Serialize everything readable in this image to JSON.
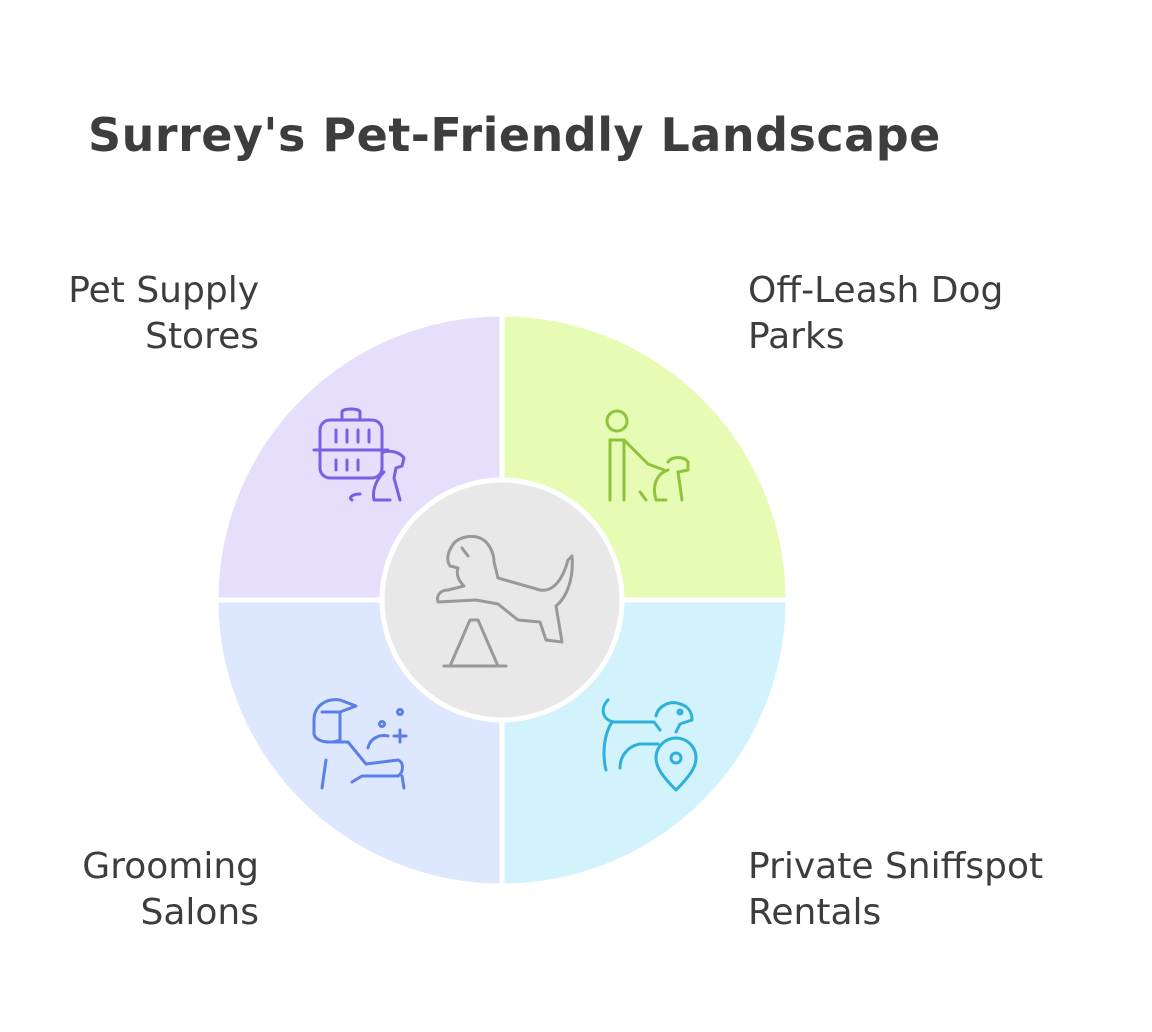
{
  "title": "Surrey's Pet-Friendly Landscape",
  "center": {
    "icon": "dog-agility-seesaw-icon",
    "color": "#e8e8e8"
  },
  "segments": [
    {
      "id": "top-left",
      "label_lines": [
        "Pet Supply",
        "Stores"
      ],
      "icon": "pet-carrier-icon",
      "fill": "#e5dffc",
      "icon_color": "#7b5fe3"
    },
    {
      "id": "top-right",
      "label_lines": [
        "Off-Leash Dog",
        "Parks"
      ],
      "icon": "person-walking-dog-icon",
      "fill": "#e6fbb4",
      "icon_color": "#8dc43a"
    },
    {
      "id": "bottom-left",
      "label_lines": [
        "Grooming",
        "Salons"
      ],
      "icon": "groomer-icon",
      "fill": "#dde7fd",
      "icon_color": "#5b7fe6"
    },
    {
      "id": "bottom-right",
      "label_lines": [
        "Private Sniffspot",
        "Rentals"
      ],
      "icon": "dog-location-pin-icon",
      "fill": "#d2f2fc",
      "icon_color": "#2eb0dc"
    }
  ]
}
